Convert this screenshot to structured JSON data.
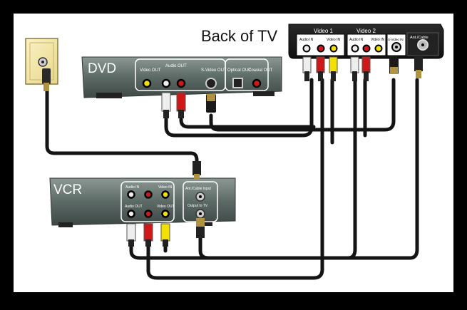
{
  "tv": {
    "title": "Back of TV",
    "video1_label": "Video 1",
    "video2_label": "Video 2",
    "v1_audio_in": "Audio IN",
    "v1_video_in": "Video IN",
    "v2_audio_in": "Audio IN",
    "v2_video_in": "Video IN",
    "svideo_in": "S-Video IN",
    "ant_cable": "Ant./Cable"
  },
  "dvd": {
    "title": "DVD",
    "video_out": "Video OUT",
    "audio_out": "Audio OUT",
    "svideo_out": "S-Video OUT",
    "optical_out": "Optical OUT",
    "coaxial_out": "Coaxial OUT"
  },
  "vcr": {
    "title": "VCR",
    "audio_in": "Audio IN",
    "video_in": "Video IN",
    "audio_out": "Audio OUT",
    "video_out": "Video OUT",
    "ant_cable_input": "Ant./Cable Input",
    "output_to_tv": "Output to TV"
  },
  "colors": {
    "background": "#ffffff",
    "frame": "#000000",
    "device_body": "#5a6a66",
    "cable": "#111111",
    "wall_plate": "#f2e6a8",
    "rca_red": "#d01818",
    "rca_white": "#eeeeee",
    "rca_yellow": "#f2e000"
  },
  "icons": [
    "wall-outlet-icon",
    "rca-plug-icon",
    "s-video-plug-icon",
    "coax-plug-icon"
  ]
}
